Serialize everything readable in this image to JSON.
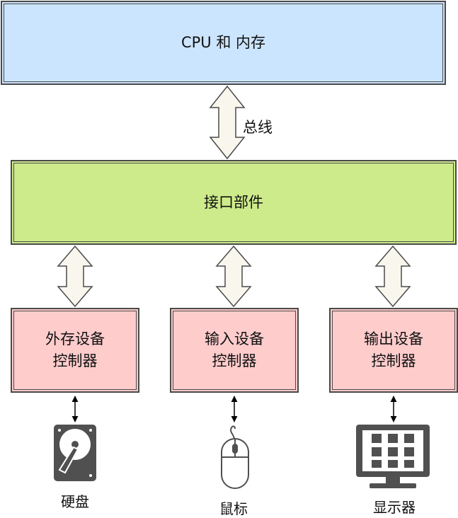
{
  "cpu": {
    "label": "CPU 和 内存"
  },
  "bus": {
    "label": "总线"
  },
  "interface": {
    "label": "接口部件"
  },
  "controllers": [
    {
      "label": "外存设备\n控制器"
    },
    {
      "label": "输入设备\n控制器"
    },
    {
      "label": "输出设备\n控制器"
    }
  ],
  "devices": [
    {
      "label": "硬盘",
      "icon": "hard-disk-icon"
    },
    {
      "label": "鼠标",
      "icon": "mouse-icon"
    },
    {
      "label": "显示器",
      "icon": "monitor-icon"
    }
  ],
  "colors": {
    "cpu_fill": "#cce5ff",
    "interface_fill": "#cdeb8b",
    "controller_fill": "#ffcccc",
    "arrow_fill": "#f9f7ed",
    "stroke": "#4a4a4a",
    "icon": "#505050"
  }
}
